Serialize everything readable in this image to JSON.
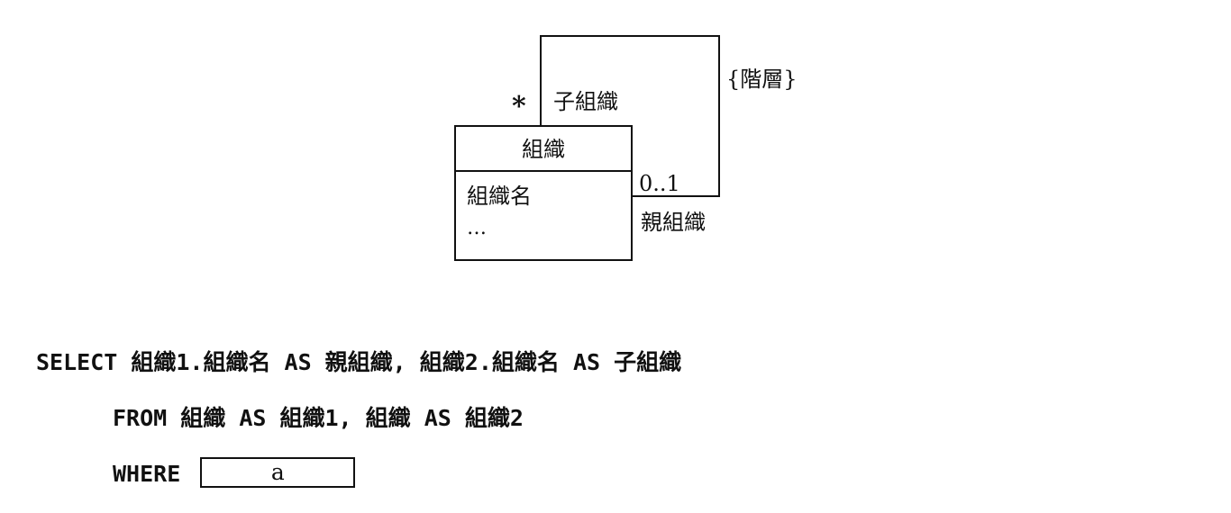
{
  "diagram": {
    "class_name": "組織",
    "attributes": [
      "組織名",
      "…"
    ],
    "multiplicity_child": "*",
    "role_child": "子組織",
    "constraint": "{階層}",
    "multiplicity_parent": "0..1",
    "role_parent": "親組織"
  },
  "sql": {
    "select_keyword": "SELECT",
    "select_clause": "組織1.組織名 AS 親組織, 組織2.組織名 AS 子組織",
    "from_keyword": "FROM",
    "from_clause": "組織 AS 組織1, 組織 AS 組織2",
    "where_keyword": "WHERE",
    "blank_label": "a"
  }
}
